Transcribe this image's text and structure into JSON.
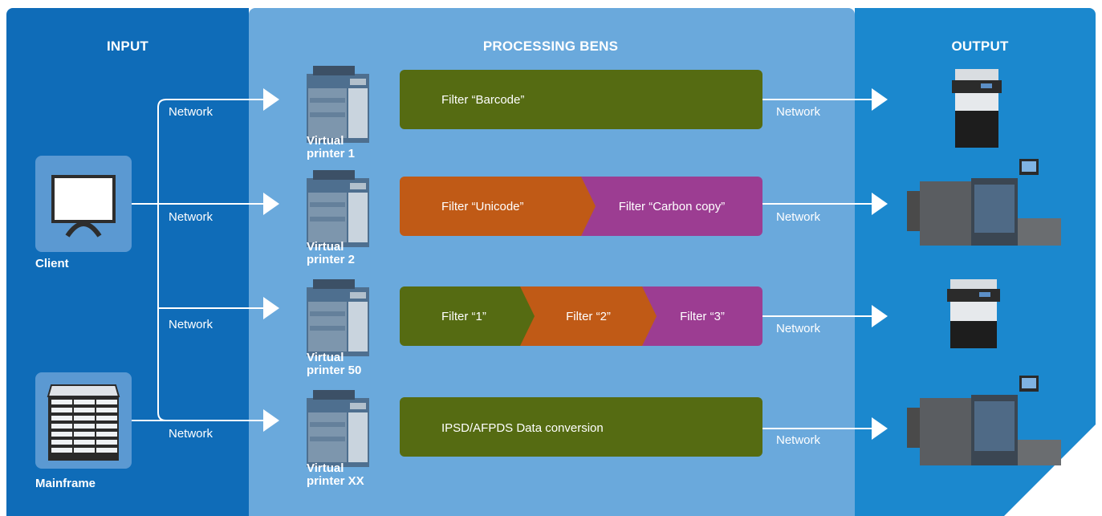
{
  "sections": {
    "input": "INPUT",
    "processing": "PROCESSING BENS",
    "output": "OUTPUT"
  },
  "sources": {
    "client": "Client",
    "mainframe": "Mainframe"
  },
  "network_label": "Network",
  "virtual_printers": [
    "Virtual\nprinter 1",
    "Virtual\nprinter 2",
    "Virtual\nprinter 50",
    "Virtual\nprinter XX"
  ],
  "filters": {
    "row1": [
      "Filter “Barcode”"
    ],
    "row2": [
      "Filter “Unicode”",
      "Filter “Carbon copy”"
    ],
    "row3": [
      "Filter “1”",
      "Filter “2”",
      "Filter “3”"
    ],
    "row4": [
      "IPSD/AFPDS Data conversion"
    ]
  },
  "colors": {
    "input_panel": "#0f6cb8",
    "processing_panel": "#6aa9dc",
    "output_panel": "#1b88ce",
    "filter_green": "#556b12",
    "filter_orange": "#c05a16",
    "filter_purple": "#9c3d92"
  }
}
